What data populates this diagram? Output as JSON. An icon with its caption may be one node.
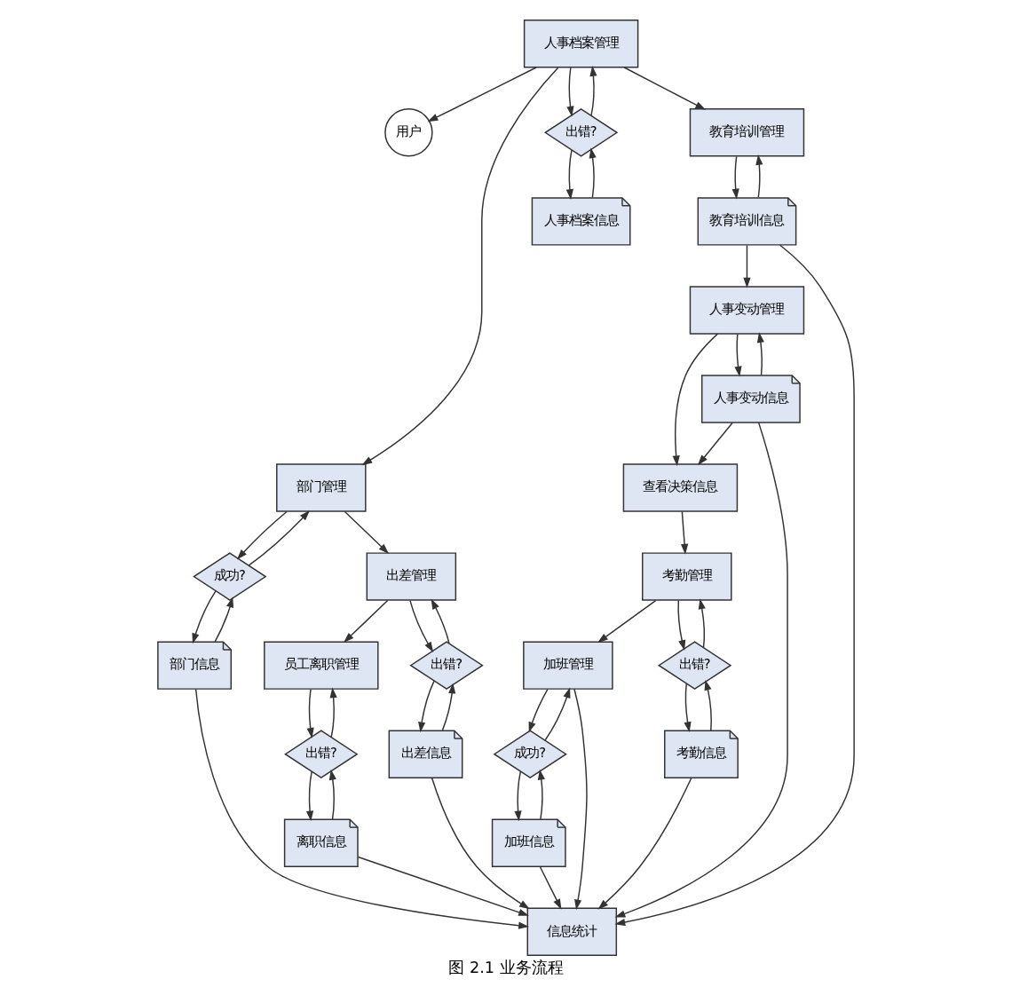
{
  "diagram": {
    "caption": "图 2.1 业务流程",
    "nodes": [
      {
        "text": [
          "用户"
        ]
      },
      {
        "text": [
          "人事档案管理"
        ]
      },
      {
        "text": [
          "部门管理"
        ]
      },
      {
        "text": [
          "成功?"
        ]
      },
      {
        "text": [
          "部门信息"
        ]
      },
      {
        "text": [
          "出错?"
        ]
      },
      {
        "text": [
          "人事档案信息"
        ]
      },
      {
        "text": [
          "教育培训管理"
        ]
      },
      {
        "text": [
          "教育培训信息"
        ]
      },
      {
        "text": [
          "员工离职管理"
        ]
      },
      {
        "text": [
          "出差管理"
        ]
      },
      {
        "text": [
          "出错?"
        ]
      },
      {
        "text": [
          "出错?"
        ]
      },
      {
        "text": [
          "离职信息"
        ]
      },
      {
        "text": [
          "出差信息"
        ]
      },
      {
        "text": [
          "人事变动管理"
        ]
      },
      {
        "text": [
          "查看决策信息"
        ]
      },
      {
        "text": [
          "加班信息"
        ]
      },
      {
        "text": [
          "成功?"
        ]
      },
      {
        "text": [
          "加班管理"
        ]
      },
      {
        "text": [
          "考勤管理"
        ]
      },
      {
        "text": [
          "人事变动信息"
        ]
      },
      {
        "text": [
          "出错?"
        ]
      },
      {
        "text": [
          "考勤信息"
        ]
      },
      {
        "text": [
          "信息统计"
        ]
      }
    ],
    "edges": [
      {
        "from": 1,
        "to": 0,
        "arrow": "to"
      },
      {
        "from": 1,
        "to": 2,
        "arrow": "to"
      },
      {
        "from": 2,
        "to": 3,
        "arrow": "to"
      },
      {
        "from": 3,
        "to": 4,
        "arrow": "to"
      },
      {
        "from": 4,
        "to": 3,
        "arrow": "to"
      },
      {
        "from": 3,
        "to": 2,
        "arrow": "to"
      },
      {
        "from": 1,
        "to": 7,
        "arrow": "to"
      },
      {
        "from": 1,
        "to": 5,
        "arrow": "to"
      },
      {
        "from": 5,
        "to": 1,
        "arrow": "to"
      },
      {
        "from": 5,
        "to": 6,
        "arrow": "to"
      },
      {
        "from": 6,
        "to": 5,
        "arrow": "to"
      },
      {
        "from": 7,
        "to": 8,
        "arrow": "to"
      },
      {
        "from": 8,
        "to": 7,
        "arrow": "to"
      },
      {
        "from": 8,
        "to": 15,
        "arrow": "to"
      },
      {
        "from": 8,
        "to": 24,
        "arrow": "to"
      },
      {
        "from": 2,
        "to": 10,
        "arrow": "to"
      },
      {
        "from": 10,
        "to": 9,
        "arrow": "to"
      },
      {
        "from": 9,
        "to": 11,
        "arrow": "to"
      },
      {
        "from": 11,
        "to": 13,
        "arrow": "to"
      },
      {
        "from": 13,
        "to": 11,
        "arrow": "to"
      },
      {
        "from": 11,
        "to": 9,
        "arrow": "to"
      },
      {
        "from": 10,
        "to": 12,
        "arrow": "to"
      },
      {
        "from": 12,
        "to": 14,
        "arrow": "to"
      },
      {
        "from": 14,
        "to": 12,
        "arrow": "to"
      },
      {
        "from": 12,
        "to": 10,
        "arrow": "to"
      },
      {
        "from": 4,
        "to": 24,
        "arrow": "to"
      },
      {
        "from": 13,
        "to": 24,
        "arrow": "to"
      },
      {
        "from": 14,
        "to": 24,
        "arrow": "to"
      },
      {
        "from": 15,
        "to": 16,
        "arrow": "to"
      },
      {
        "from": 21,
        "to": 16,
        "arrow": "to"
      },
      {
        "from": 15,
        "to": 21,
        "arrow": "to"
      },
      {
        "from": 21,
        "to": 15,
        "arrow": "to"
      },
      {
        "from": 16,
        "to": 20,
        "arrow": "to"
      },
      {
        "from": 20,
        "to": 19,
        "arrow": "to"
      },
      {
        "from": 19,
        "to": 18,
        "arrow": "to"
      },
      {
        "from": 18,
        "to": 17,
        "arrow": "to"
      },
      {
        "from": 17,
        "to": 18,
        "arrow": "to"
      },
      {
        "from": 18,
        "to": 19,
        "arrow": "to"
      },
      {
        "from": 17,
        "to": 24,
        "arrow": "to"
      },
      {
        "from": 19,
        "to": 24,
        "arrow": "to"
      },
      {
        "from": 20,
        "to": 22,
        "arrow": "to"
      },
      {
        "from": 22,
        "to": 23,
        "arrow": "to"
      },
      {
        "from": 23,
        "to": 22,
        "arrow": "to"
      },
      {
        "from": 22,
        "to": 20,
        "arrow": "to"
      },
      {
        "from": 23,
        "to": 24,
        "arrow": "to"
      },
      {
        "from": 21,
        "to": 24,
        "arrow": "to"
      }
    ]
  }
}
